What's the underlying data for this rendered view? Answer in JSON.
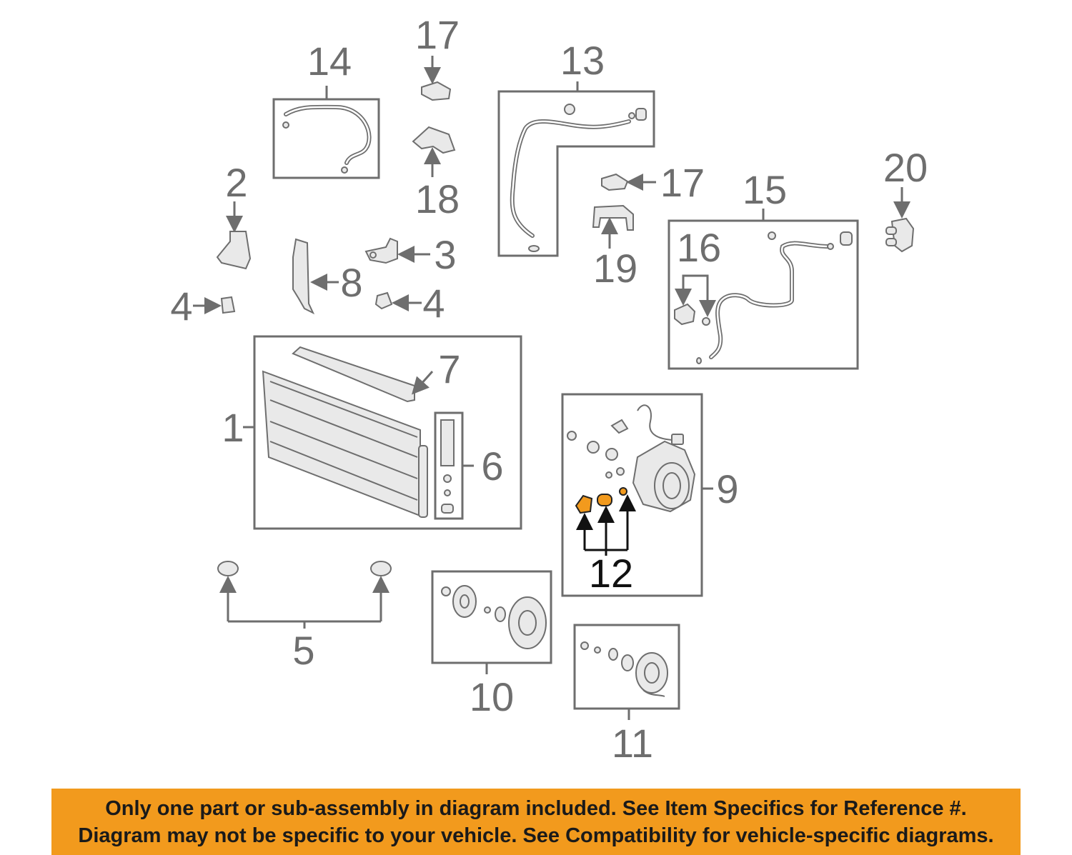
{
  "callouts": {
    "c1": "1",
    "c2": "2",
    "c3": "3",
    "c4a": "4",
    "c4b": "4",
    "c5": "5",
    "c6": "6",
    "c7": "7",
    "c8": "8",
    "c9": "9",
    "c10": "10",
    "c11": "11",
    "c12": "12",
    "c13": "13",
    "c14": "14",
    "c15": "15",
    "c16": "16",
    "c17a": "17",
    "c17b": "17",
    "c18": "18",
    "c19": "19",
    "c20": "20"
  },
  "highlighted_callout": "12",
  "colors": {
    "line": "#6e6e6e",
    "highlight_part": "#f29a1d",
    "banner_bg": "#f29a1d",
    "banner_text": "#1a1a1a"
  },
  "banner": {
    "line1": "Only one part or sub-assembly in diagram included. See Item Specifics for Reference #.",
    "line2": "Diagram may not be specific to your vehicle. See Compatibility for vehicle-specific diagrams."
  }
}
